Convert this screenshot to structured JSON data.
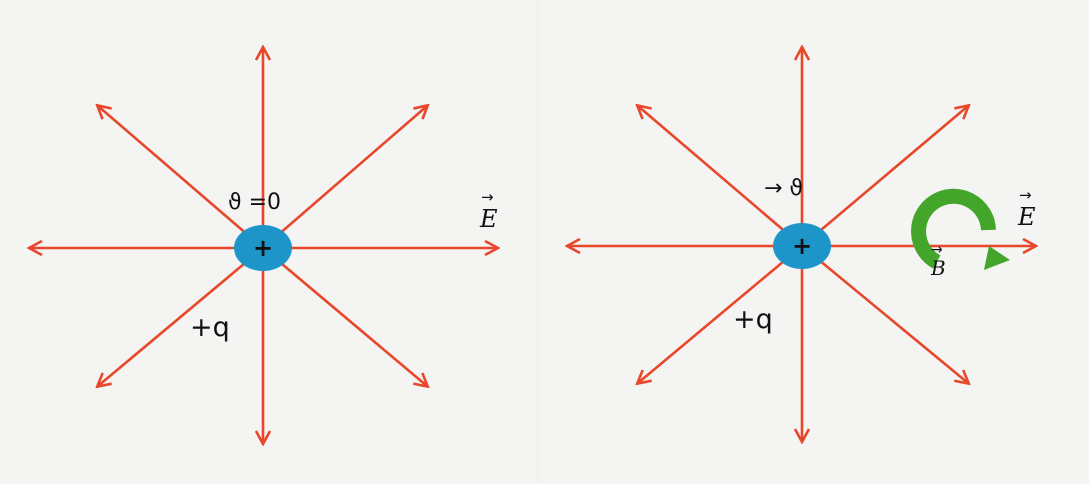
{
  "colors": {
    "field_line": "#e8472b",
    "charge_fill": "#1e95c9",
    "magnetic_loop": "#43a62b",
    "text": "#111111",
    "panel_bg": "#f4f4f2"
  },
  "left_panel": {
    "charge_sign": "+",
    "charge_label": "+q",
    "velocity_label": "ϑ =0",
    "field_label": "E",
    "field_vector_mark": "→",
    "field_line_icon": "arrow-icon"
  },
  "right_panel": {
    "charge_sign": "+",
    "charge_label": "+q",
    "velocity_label": "→ ϑ",
    "field_label": "E",
    "field_vector_mark": "→",
    "magnetic_label": "B",
    "magnetic_vector_mark": "→",
    "magnetic_icon": "circular-arrow-icon"
  }
}
